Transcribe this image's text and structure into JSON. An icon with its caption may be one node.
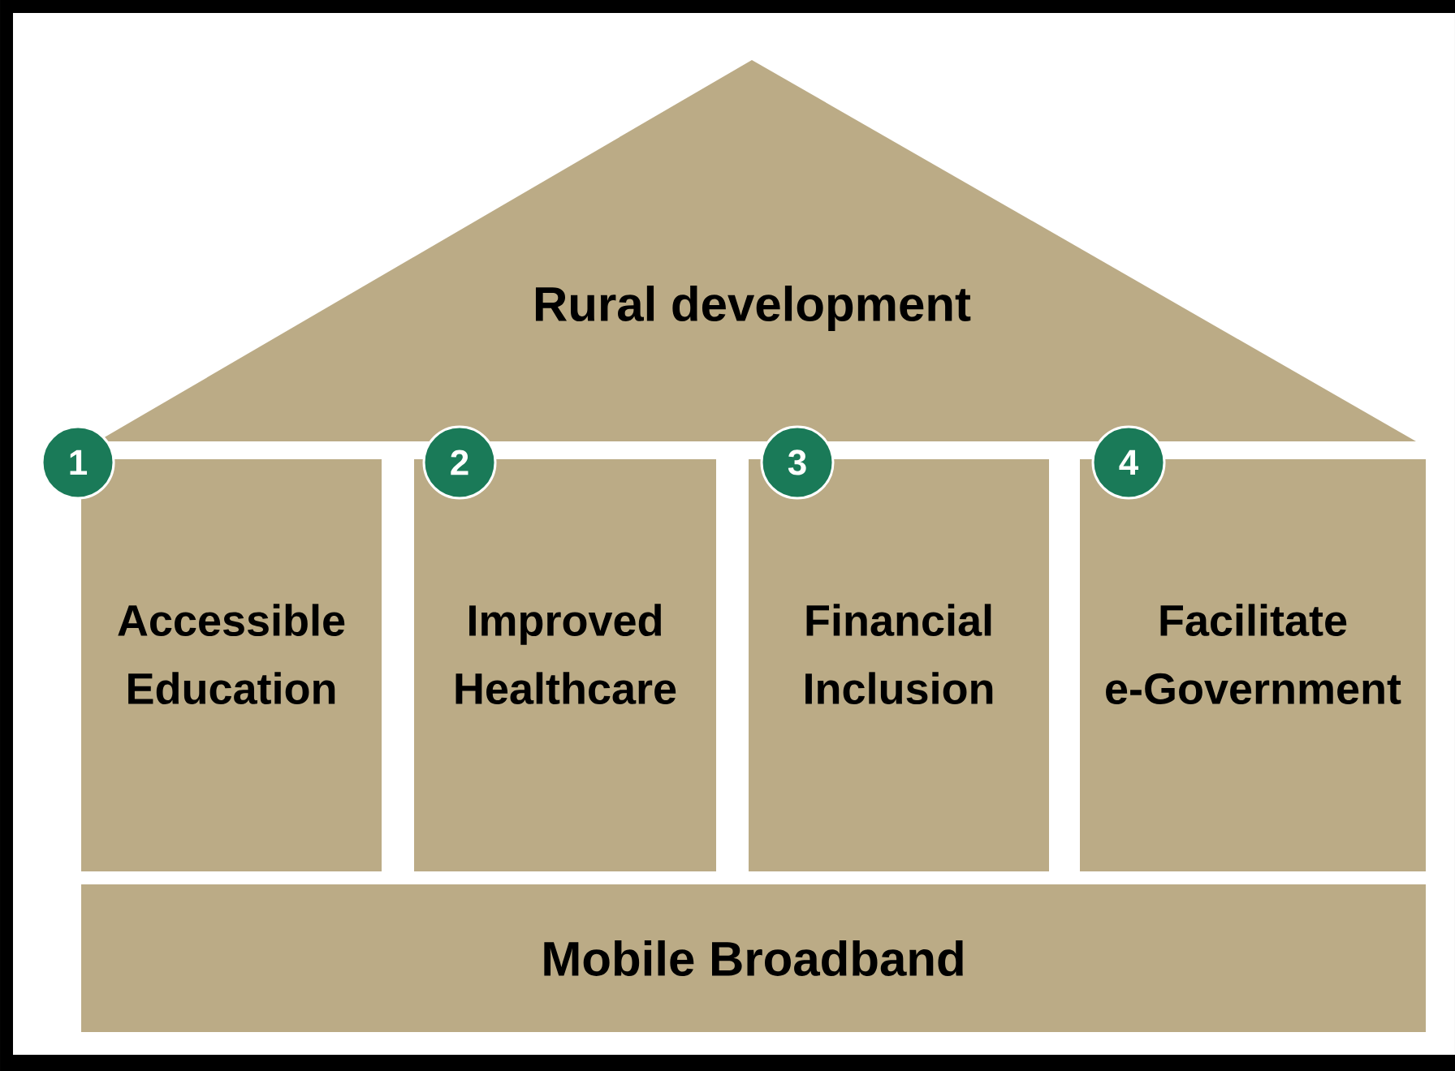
{
  "diagram": {
    "nodes": [
      {
        "text": [
          "Rural development"
        ]
      },
      {
        "text": [
          "1"
        ]
      },
      {
        "text": [
          "2"
        ]
      },
      {
        "text": [
          "3"
        ]
      },
      {
        "text": [
          "4"
        ]
      },
      {
        "text": [
          "Accessible Education"
        ]
      },
      {
        "text": [
          "Improved Healthcare"
        ]
      },
      {
        "text": [
          "Financial Inclusion"
        ]
      },
      {
        "text": [
          "Facilitate e-Government"
        ]
      },
      {
        "text": [
          "Mobile Broadband"
        ]
      }
    ]
  }
}
